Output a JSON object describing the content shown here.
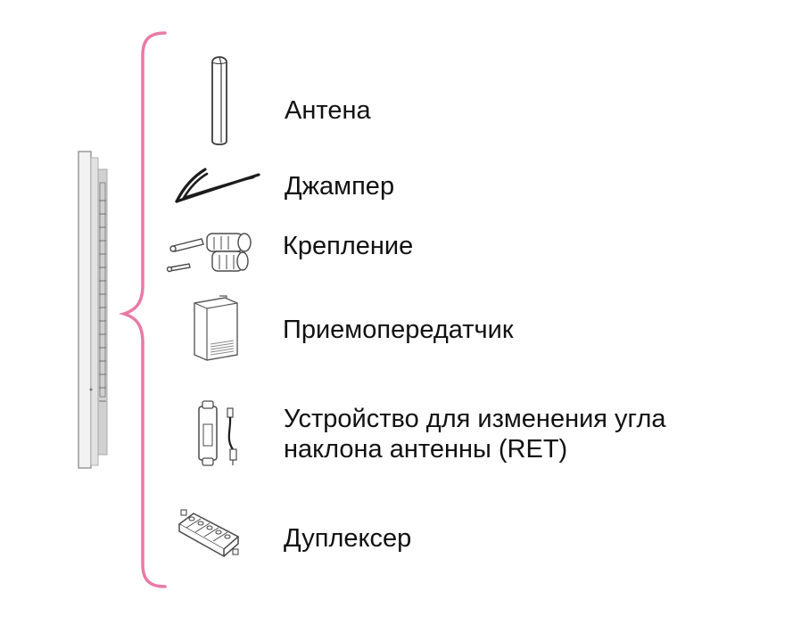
{
  "components": [
    {
      "id": "antenna",
      "label": "Антена",
      "icon": "antenna-icon"
    },
    {
      "id": "jumper",
      "label": "Джампер",
      "icon": "jumper-cable-icon"
    },
    {
      "id": "mount",
      "label": "Крепление",
      "icon": "mounting-bracket-icon"
    },
    {
      "id": "transceiver",
      "label": "Приемопередатчик",
      "icon": "transceiver-icon"
    },
    {
      "id": "ret",
      "label_lines": [
        "Устройство для изменения угла",
        "наклона антенны (RET)"
      ],
      "icon": "ret-device-icon"
    },
    {
      "id": "duplexer",
      "label": "Дуплексер",
      "icon": "duplexer-icon"
    }
  ],
  "colors": {
    "brace": "#e87aa6",
    "outline": "#4a4a4a",
    "text": "#111111"
  }
}
